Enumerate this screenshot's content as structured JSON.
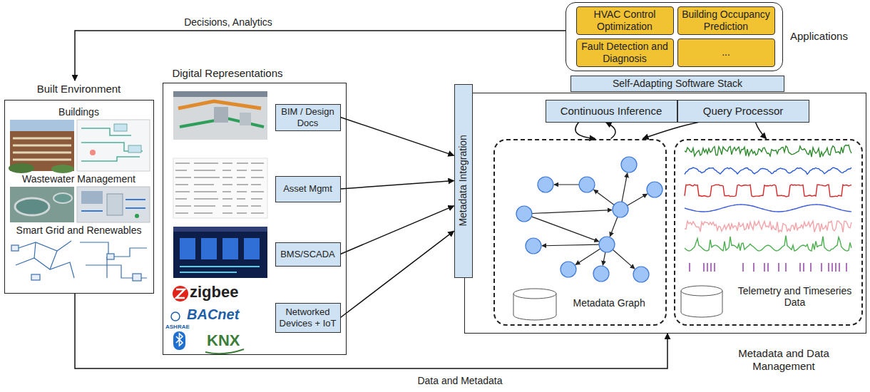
{
  "diagram": {
    "nodes": [
      {
        "text": [
          "Built Environment",
          "Buildings",
          "Wastewater Management",
          "Smart Grid and Renewables"
        ]
      },
      {
        "text": [
          "Digital Representations"
        ]
      },
      {
        "text": [
          "BIM / Design Docs"
        ],
        "in": 1
      },
      {
        "text": [
          "Asset Mgmt"
        ],
        "in": 1
      },
      {
        "text": [
          "BMS/SCADA"
        ],
        "in": 1
      },
      {
        "text": [
          "Networked Devices + IoT"
        ],
        "in": 1
      },
      {
        "text": [
          "Applications"
        ]
      },
      {
        "text": [
          "HVAC Control Optimization"
        ],
        "in": 6
      },
      {
        "text": [
          "Building Occupancy Prediction"
        ],
        "in": 6
      },
      {
        "text": [
          "Fault Detection and Diagnosis"
        ],
        "in": 6
      },
      {
        "text": [
          "..."
        ],
        "in": 6
      },
      {
        "text": [
          "Self-Adapting Software Stack"
        ]
      },
      {
        "text": [
          "Metadata and Data Management"
        ]
      },
      {
        "text": [
          "Metadata Integration"
        ],
        "in": 12
      },
      {
        "text": [
          "Continuous Inference"
        ],
        "in": 12
      },
      {
        "text": [
          "Query Processor"
        ],
        "in": 12
      },
      {
        "text": [
          "Metadata Graph"
        ],
        "in": 12
      },
      {
        "text": [
          "Telemetry and Timeseries Data"
        ],
        "in": 12
      }
    ],
    "edges": [
      {
        "from": 2,
        "to": 13,
        "arrow": "to"
      },
      {
        "from": 3,
        "to": 13,
        "arrow": "to"
      },
      {
        "from": 4,
        "to": 13,
        "arrow": "to"
      },
      {
        "from": 5,
        "to": 13,
        "arrow": "to"
      },
      {
        "from": 6,
        "to": 0,
        "label": "Decisions, Analytics",
        "arrow": "to"
      },
      {
        "from": 0,
        "to": 12,
        "label": "Data and Metadata",
        "arrow": "to"
      },
      {
        "from": 14,
        "to": 16,
        "arrow": "to"
      },
      {
        "from": 16,
        "to": 14,
        "arrow": "to"
      },
      {
        "from": 15,
        "to": 16,
        "arrow": "to"
      },
      {
        "from": 15,
        "to": 17,
        "arrow": "to"
      }
    ],
    "labels": [
      "zigbee",
      "ASHRAE",
      "BACnet",
      "KNX"
    ]
  }
}
